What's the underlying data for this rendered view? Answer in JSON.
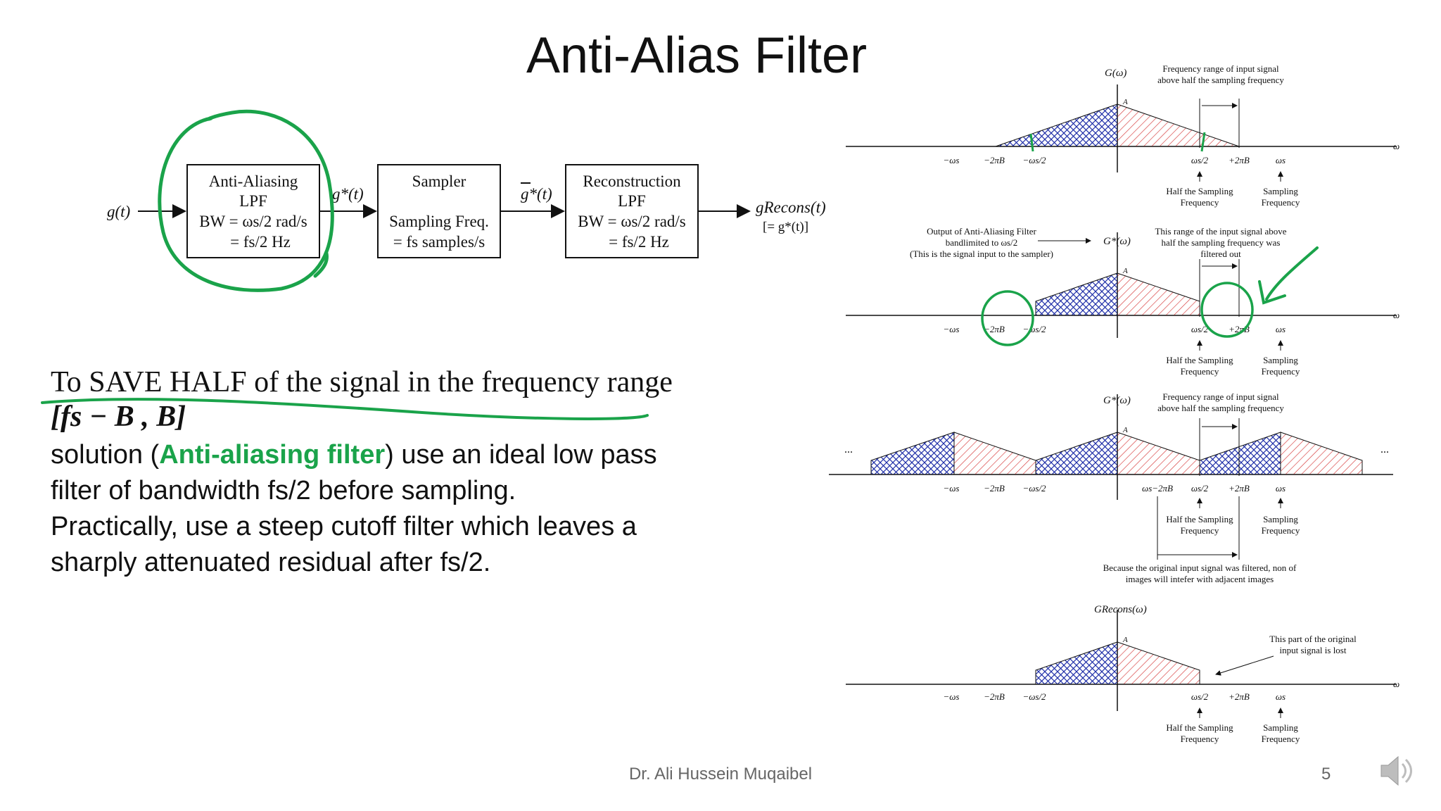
{
  "slide": {
    "title": "Anti-Alias Filter",
    "author": "Dr. Ali Hussein Muqaibel",
    "page": "5"
  },
  "block_diagram": {
    "input": "g(t)",
    "box1": {
      "line1": "Anti-Aliasing",
      "line2": "LPF",
      "line3": "BW = ωs/2  rad/s",
      "line4": "= fs/2  Hz"
    },
    "sig1": "g*(t)",
    "box2": {
      "line1": "Sampler",
      "line2": "Sampling Freq.",
      "line3": "= fs  samples/s"
    },
    "sig2": "g*(t)",
    "box3": {
      "line1": "Reconstruction",
      "line2": "LPF",
      "line3": "BW = ωs/2  rad/s",
      "line4": "= fs/2  Hz"
    },
    "output": "gRecons(t)",
    "output_note": "[= g*(t)]"
  },
  "text": {
    "line1": "To SAVE HALF of the signal in the frequency range",
    "line2": "[fs − B , B]",
    "line3_pre": "solution (",
    "line3_green": "Anti-aliasing filter",
    "line3_post": ") use an ideal low pass",
    "line4": "filter of bandwidth fs/2 before sampling.",
    "line5": "Practically, use a steep cutoff filter which leaves a",
    "line6": "sharply attenuated residual after fs/2."
  },
  "spectra": {
    "p1": {
      "ylabel": "G(ω)",
      "note": [
        "Frequency range of input signal",
        "above half the sampling frequency"
      ],
      "peak": "A",
      "axis": "ω",
      "ticks": [
        "−ωs",
        "−2πB",
        "−ωs/2",
        "ωs/2",
        "+2πB",
        "ωs"
      ],
      "under": [
        [
          "Half the Sampling",
          "Frequency"
        ],
        [
          "Sampling",
          "Frequency"
        ]
      ]
    },
    "p2": {
      "ylabel": "G*(ω)",
      "left_note": [
        "Output of Anti-Aliasing Filter",
        "bandlimited to ωs/2",
        "(This is the signal input to the sampler)"
      ],
      "right_note": [
        "This range of the input signal above",
        "half the sampling frequency was",
        "filtered out"
      ],
      "peak": "A",
      "axis": "ω",
      "ticks": [
        "−ωs",
        "−2πB",
        "−ωs/2",
        "ωs/2",
        "+2πB",
        "ωs"
      ],
      "under": [
        [
          "Half the Sampling",
          "Frequency"
        ],
        [
          "Sampling",
          "Frequency"
        ]
      ]
    },
    "p3": {
      "ylabel": "G*(ω)",
      "note": [
        "Frequency range of input signal",
        "above half the sampling frequency"
      ],
      "peak": "A",
      "dots": "...",
      "ticks": [
        "−ωs",
        "−2πB",
        "−ωs/2",
        "ωs−2πB",
        "ωs/2",
        "+2πB",
        "ωs"
      ],
      "under": [
        [
          "Half the Sampling",
          "Frequency"
        ],
        [
          "Sampling",
          "Frequency"
        ]
      ],
      "bottom_note": [
        "Because the original input signal was filtered, non of",
        "images will intefer with adjacent images"
      ]
    },
    "p4": {
      "ylabel": "GRecons(ω)",
      "note": [
        "This part of the original",
        "input signal is lost"
      ],
      "peak": "A",
      "axis": "ω",
      "ticks": [
        "−ωs",
        "−2πB",
        "−ωs/2",
        "ωs/2",
        "+2πB",
        "ωs"
      ],
      "under": [
        [
          "Half the Sampling",
          "Frequency"
        ],
        [
          "Sampling",
          "Frequency"
        ]
      ]
    }
  },
  "colors": {
    "green_ink": "#1aa34a",
    "hatch_blue": "#1f2fa8",
    "hatch_red": "#d63a3a"
  }
}
